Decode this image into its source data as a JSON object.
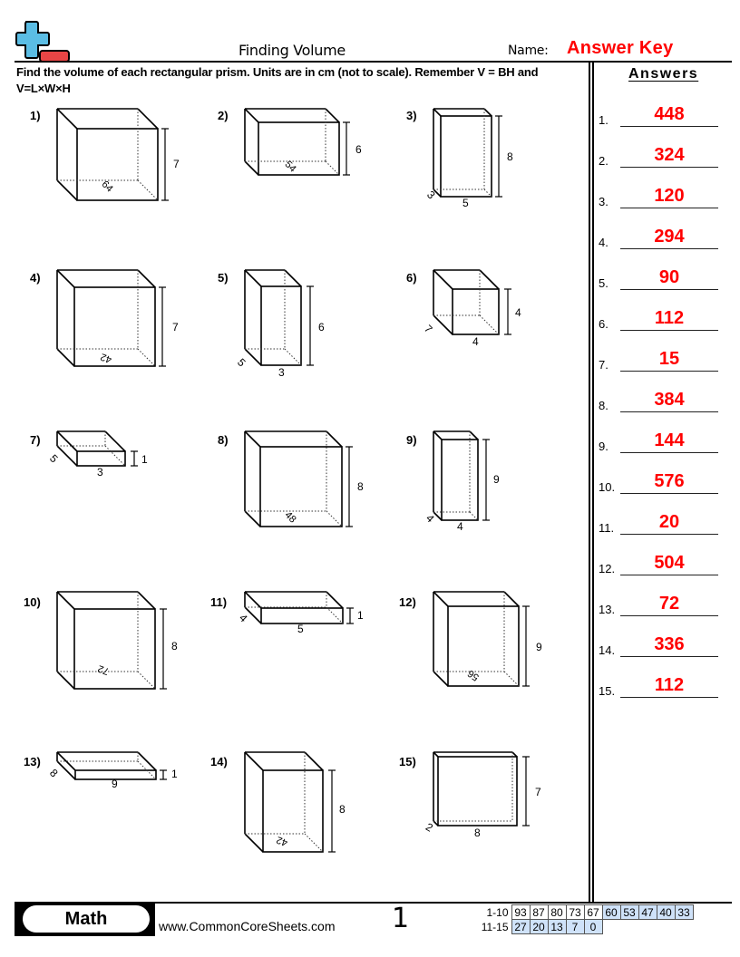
{
  "header": {
    "title": "Finding Volume",
    "name_label": "Name:",
    "name_value": "Answer Key",
    "logo": "plus-minus-logo-icon"
  },
  "instructions": "Find the volume of each rectangular prism. Units are in cm (not to scale). Remember V = BH and V=L×W×H",
  "answers": {
    "title": "Answers",
    "items": [
      {
        "num": "1.",
        "value": "448"
      },
      {
        "num": "2.",
        "value": "324"
      },
      {
        "num": "3.",
        "value": "120"
      },
      {
        "num": "4.",
        "value": "294"
      },
      {
        "num": "5.",
        "value": "90"
      },
      {
        "num": "6.",
        "value": "112"
      },
      {
        "num": "7.",
        "value": "15"
      },
      {
        "num": "8.",
        "value": "384"
      },
      {
        "num": "9.",
        "value": "144"
      },
      {
        "num": "10.",
        "value": "576"
      },
      {
        "num": "11.",
        "value": "20"
      },
      {
        "num": "12.",
        "value": "504"
      },
      {
        "num": "13.",
        "value": "72"
      },
      {
        "num": "14.",
        "value": "336"
      },
      {
        "num": "15.",
        "value": "112"
      }
    ]
  },
  "problems": [
    {
      "label": "1)",
      "base_area": "64",
      "height": "7"
    },
    {
      "label": "2)",
      "base_area": "54",
      "height": "6"
    },
    {
      "label": "3)",
      "width": "3",
      "length": "5",
      "height": "8"
    },
    {
      "label": "4)",
      "base_area": "42",
      "height": "7"
    },
    {
      "label": "5)",
      "width": "5",
      "length": "3",
      "height": "6"
    },
    {
      "label": "6)",
      "width": "7",
      "length": "4",
      "height": "4"
    },
    {
      "label": "7)",
      "width": "5",
      "length": "3",
      "height": "1"
    },
    {
      "label": "8)",
      "base_area": "48",
      "height": "8"
    },
    {
      "label": "9)",
      "width": "4",
      "length": "4",
      "height": "9"
    },
    {
      "label": "10)",
      "base_area": "72",
      "height": "8"
    },
    {
      "label": "11)",
      "width": "4",
      "length": "5",
      "height": "1"
    },
    {
      "label": "12)",
      "base_area": "56",
      "height": "9"
    },
    {
      "label": "13)",
      "width": "8",
      "length": "9",
      "height": "1"
    },
    {
      "label": "14)",
      "base_area": "42",
      "height": "8"
    },
    {
      "label": "15)",
      "width": "2",
      "length": "8",
      "height": "7"
    }
  ],
  "footer": {
    "subject": "Math",
    "url": "www.CommonCoreSheets.com",
    "page": "1",
    "score_rows": [
      {
        "label": "1-10",
        "scores": [
          "93",
          "87",
          "80",
          "73",
          "67",
          "60",
          "53",
          "47",
          "40",
          "33"
        ]
      },
      {
        "label": "11-15",
        "scores": [
          "27",
          "20",
          "13",
          "7",
          "0"
        ]
      }
    ]
  },
  "colors": {
    "answer_red": "#ff0000",
    "logo_blue": "#5bbde4",
    "logo_red": "#e84545",
    "score_blue": "#cfe2f9"
  }
}
